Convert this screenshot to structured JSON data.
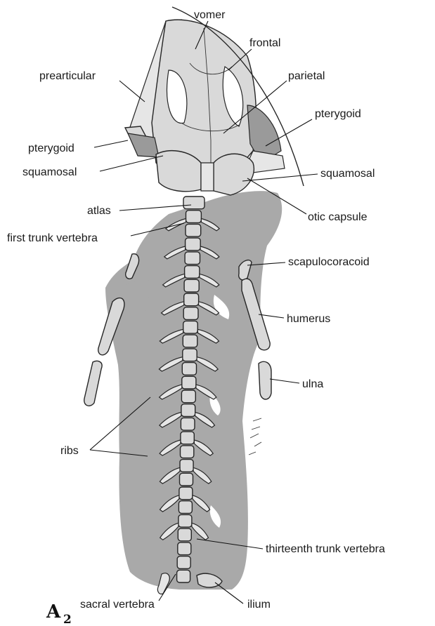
{
  "figure": {
    "panel_letter": "A",
    "panel_subscript": "2"
  },
  "labels": {
    "vomer": "vomer",
    "frontal": "frontal",
    "prearticular": "prearticular",
    "parietal": "parietal",
    "pterygoid_right": "pterygoid",
    "pterygoid_left": "pterygoid",
    "squamosal_left": "squamosal",
    "squamosal_right": "squamosal",
    "atlas": "atlas",
    "otic_capsule": "otic capsule",
    "first_trunk_vertebra": "first trunk vertebra",
    "scapulocoracoid": "scapulocoracoid",
    "humerus": "humerus",
    "ulna": "ulna",
    "ribs": "ribs",
    "thirteenth_trunk_vertebra": "thirteenth trunk vertebra",
    "sacral_vertebra": "sacral vertebra",
    "ilium": "ilium"
  },
  "colors": {
    "matrix": "#a9a9a9",
    "bone": "#d9d9d9",
    "outline": "#262626"
  }
}
